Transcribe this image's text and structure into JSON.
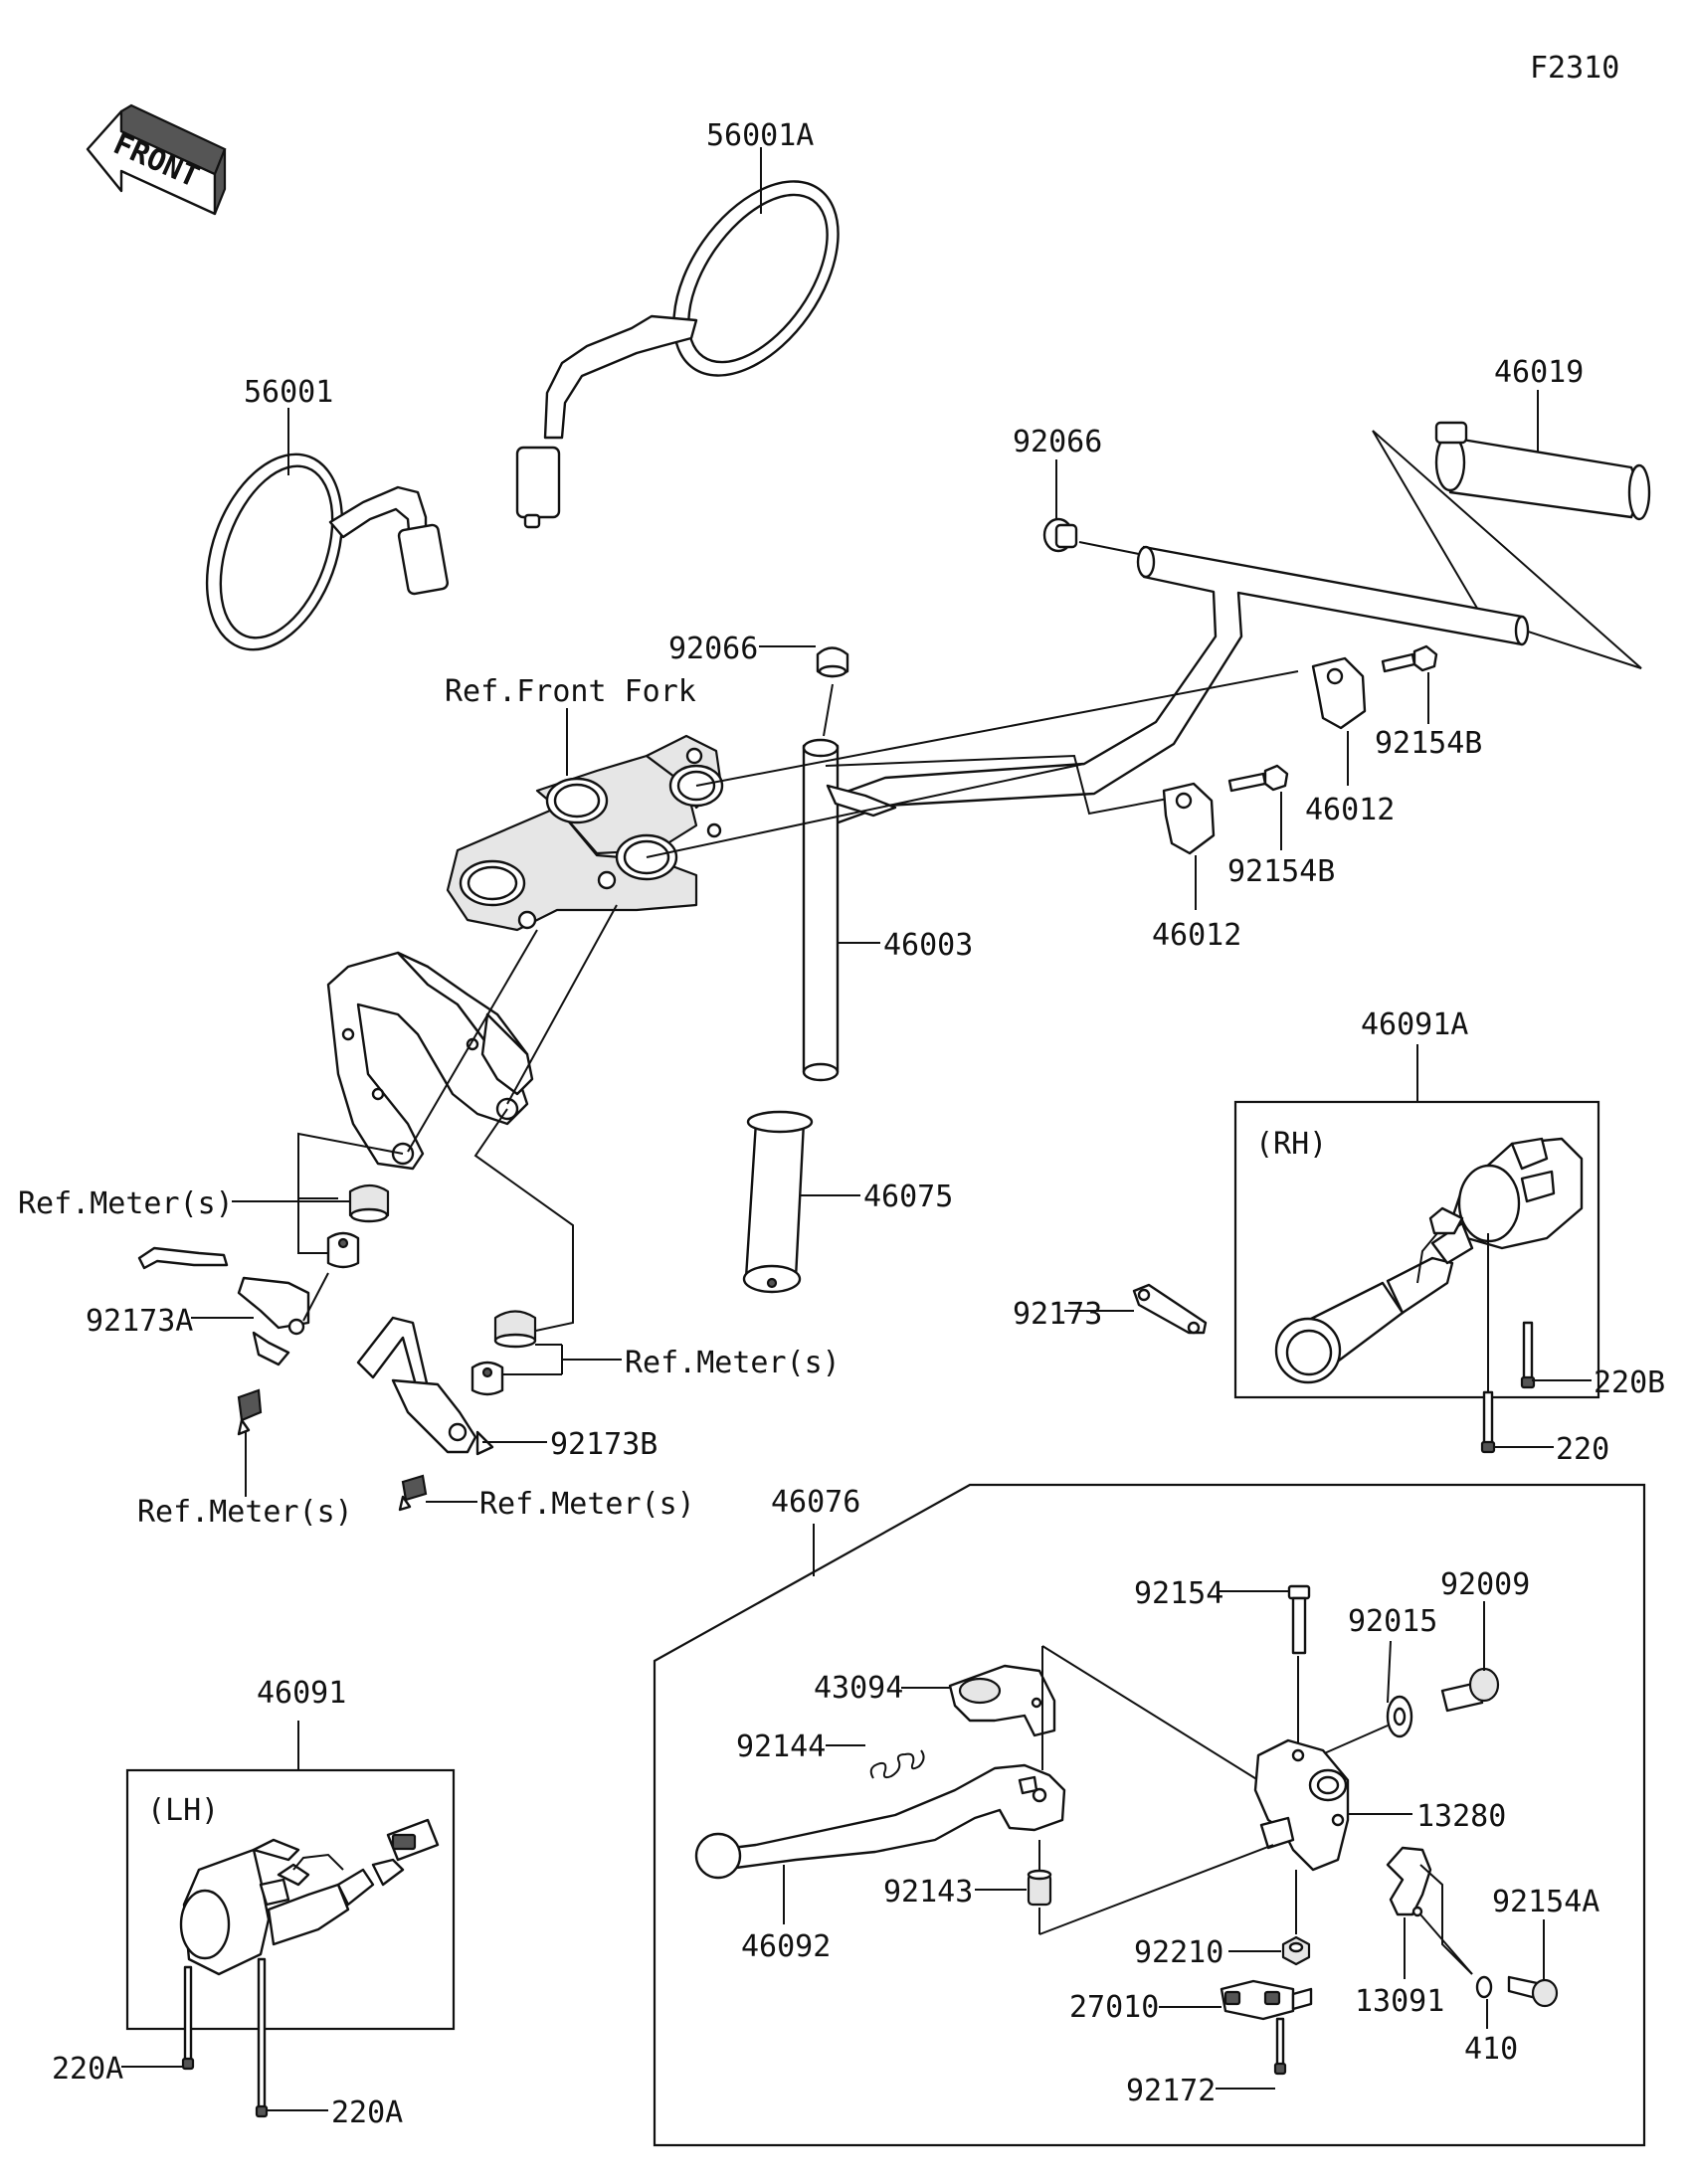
{
  "diagram_code": "F2310",
  "front_arrow_text": "FRONT",
  "labels": {
    "mirror_right": "56001A",
    "mirror_left": "56001",
    "grip_right": "46019",
    "plug_top": "92066",
    "plug_mid": "92066",
    "ref_front_fork": "Ref.Front Fork",
    "bolt_holder_upper": "92154B",
    "holder_upper": "46012",
    "bolt_holder_lower": "92154B",
    "holder_lower": "46012",
    "handlebar": "46003",
    "grip_left": "46075",
    "switch_rh": "46091A",
    "rh_tag": "(RH)",
    "clamp_rh": "92173",
    "screw_220b": "220B",
    "screw_220": "220",
    "ref_meter_1": "Ref.Meter(s)",
    "clamp_a": "92173A",
    "ref_meter_2": "Ref.Meter(s)",
    "clamp_b": "92173B",
    "ref_meter_3": "Ref.Meter(s)",
    "ref_meter_4": "Ref.Meter(s)",
    "lever_assy": "46076",
    "bolt_92154": "92154",
    "screw_92009": "92009",
    "washer_92015": "92015",
    "cover_43094": "43094",
    "spring_92144": "92144",
    "holder_13280": "13280",
    "collar_92143": "92143",
    "lever_46092": "46092",
    "nut_92210": "92210",
    "bolt_92154a": "92154A",
    "clamp_13091": "13091",
    "switch_27010": "27010",
    "washer_410": "410",
    "screw_92172": "92172",
    "switch_lh": "46091",
    "lh_tag": "(LH)",
    "screw_220a_1": "220A",
    "screw_220a_2": "220A"
  }
}
